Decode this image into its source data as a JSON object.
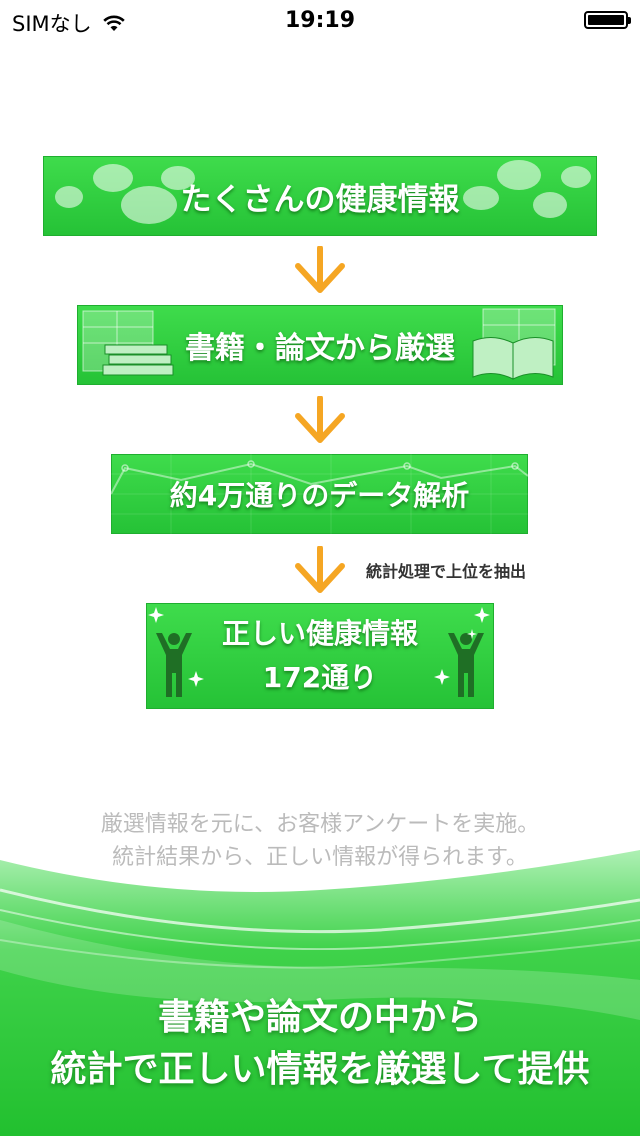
{
  "status_bar": {
    "carrier": "SIMなし",
    "time": "19:19"
  },
  "flow": {
    "step1": "たくさんの健康情報",
    "step2": "書籍・論文から厳選",
    "step3": "約4万通りのデータ解析",
    "note": "統計処理で上位を抽出",
    "step4_line1": "正しい健康情報",
    "step4_line2": "172通り"
  },
  "description": {
    "line1": "厳選情報を元に、お客様アンケートを実施。",
    "line2": "統計結果から、正しい情報が得られます。"
  },
  "footer": {
    "line1": "書籍や論文の中から",
    "line2": "統計で正しい情報を厳選して提供"
  },
  "colors": {
    "green": "#2ecc3c",
    "arrow": "#f5a623",
    "description": "#bbbbbb"
  },
  "icons": [
    "wifi-icon",
    "battery-icon",
    "chat-bubbles-icon",
    "books-icon",
    "open-book-icon",
    "line-graph-icon",
    "down-arrow-icon",
    "person-arms-up-icon",
    "sparkle-icon"
  ]
}
